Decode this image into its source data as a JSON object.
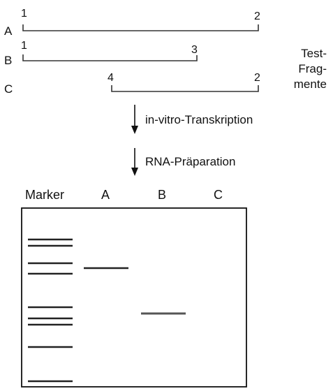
{
  "fragments": [
    {
      "name": "A",
      "start_label": "1",
      "end_label": "2"
    },
    {
      "name": "B",
      "start_label": "1",
      "end_label": "3"
    },
    {
      "name": "C",
      "start_label": "4",
      "end_label": "2"
    }
  ],
  "test_label": [
    "Test-",
    "Frag-",
    "mente"
  ],
  "steps": [
    "in-vitro-Transkription",
    "RNA-Präparation"
  ],
  "gel": {
    "lanes": [
      "Marker",
      "A",
      "B",
      "C"
    ]
  },
  "colors": {
    "ink": "#111111",
    "band": "#222222",
    "background": "#ffffff"
  }
}
